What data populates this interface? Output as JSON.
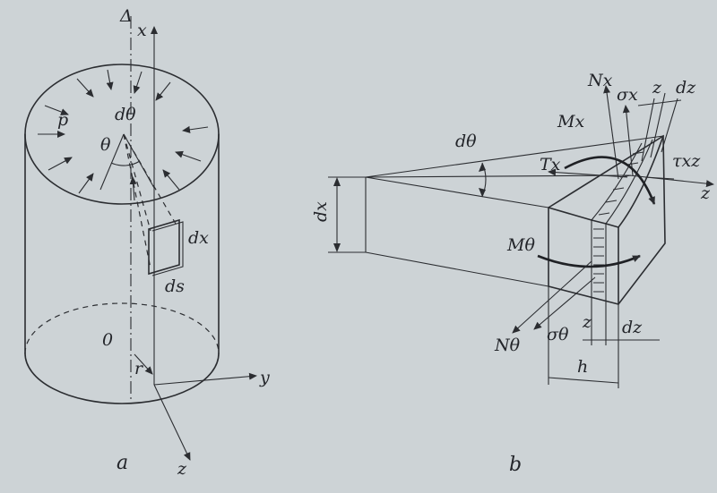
{
  "figure_a": {
    "caption": "a",
    "labels": {
      "delta": "Δ",
      "x": "x",
      "p": "p",
      "dtheta": "dθ",
      "theta": "θ",
      "dx": "dx",
      "ds": "ds",
      "origin": "0",
      "r": "r",
      "y": "y",
      "z": "z"
    }
  },
  "figure_b": {
    "caption": "b",
    "labels": {
      "Nx": "Nx",
      "sigma_x": "σx",
      "z_top": "z",
      "dz_top": "dz",
      "Mx": "Mx",
      "dtheta": "dθ",
      "Tx": "Tx",
      "tau_xz": "τxz",
      "z_axis": "z",
      "dx": "dx",
      "M_theta": "Mθ",
      "N_theta": "Nθ",
      "sigma_theta": "σθ",
      "z_bottom": "z",
      "dz_bottom": "dz",
      "h": "h"
    }
  }
}
